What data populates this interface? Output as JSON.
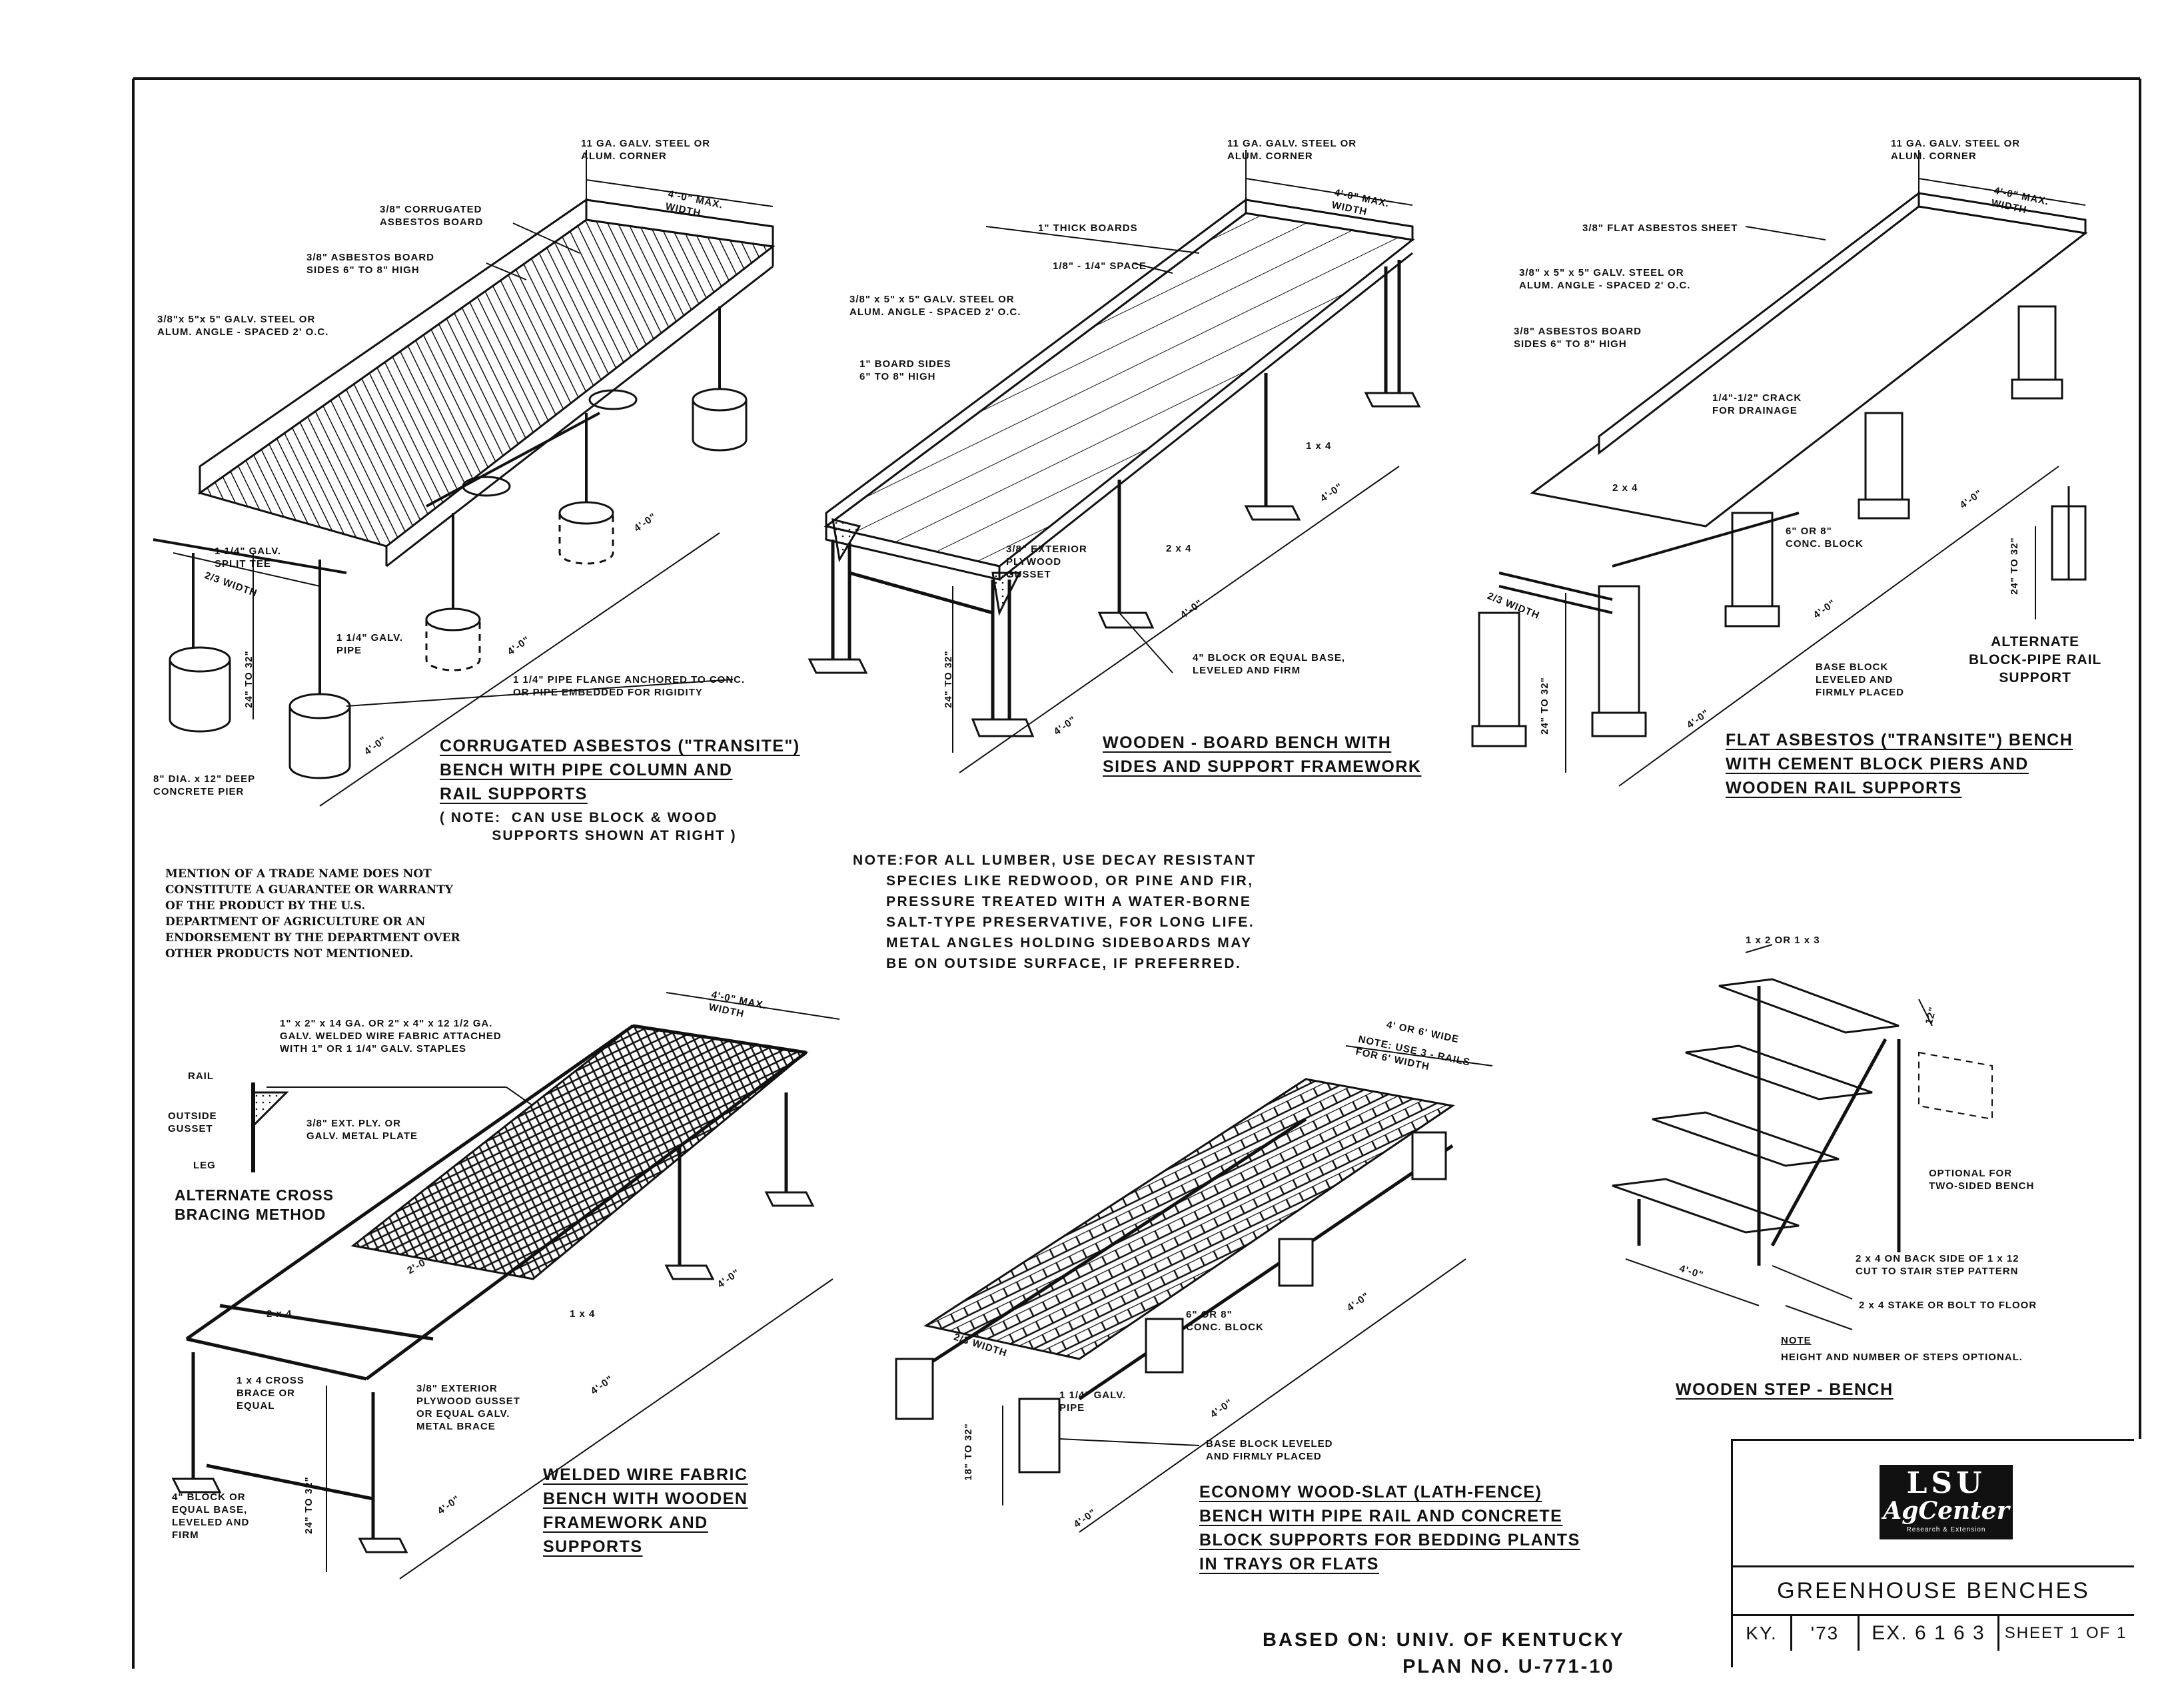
{
  "sheet": {
    "disclaimer": [
      "MENTION OF A TRADE NAME DOES NOT",
      "CONSTITUTE A GUARANTEE OR WARRANTY",
      "OF THE PRODUCT BY THE U.S.",
      "DEPARTMENT OF AGRICULTURE OR AN",
      "ENDORSEMENT BY THE DEPARTMENT OVER",
      "OTHER PRODUCTS NOT MENTIONED."
    ],
    "lumber_note": [
      "NOTE:FOR ALL LUMBER, USE DECAY RESISTANT",
      "      SPECIES LIKE REDWOOD, OR PINE AND FIR,",
      "      PRESSURE TREATED WITH A WATER-BORNE",
      "      SALT-TYPE PRESERVATIVE, FOR LONG LIFE.",
      "      METAL ANGLES HOLDING SIDEBOARDS MAY",
      "      BE ON OUTSIDE SURFACE, IF PREFERRED."
    ],
    "based_on": "BASED ON: UNIV. OF KENTUCKY\n                   PLAN NO. U-771-10"
  },
  "bench1": {
    "caption": [
      "CORRUGATED ASBESTOS (\"TRANSITE\")",
      "BENCH WITH PIPE COLUMN AND",
      "RAIL SUPPORTS"
    ],
    "note": "( NOTE:  CAN USE BLOCK & WOOD\n          SUPPORTS SHOWN AT RIGHT )",
    "labels": {
      "corner": "11 GA. GALV. STEEL OR\nALUM. CORNER",
      "width": "4'-0\" MAX.\nWIDTH",
      "corrugated": "3/8\" CORRUGATED\nASBESTOS BOARD",
      "sides": "3/8\" ASBESTOS BOARD\nSIDES 6\" TO 8\" HIGH",
      "angle": "3/8\"x 5\"x 5\" GALV. STEEL OR\nALUM. ANGLE - SPACED 2' O.C.",
      "tee": "1 1/4\" GALV.\nSPLIT TEE",
      "two_thirds": "2/3 WIDTH",
      "pipe": "1 1/4\" GALV.\nPIPE",
      "flange": "1 1/4\" PIPE FLANGE ANCHORED TO CONC.\nOR PIPE EMBEDDED FOR RIGIDITY",
      "pier": "8\" DIA. x 12\" DEEP\nCONCRETE PIER",
      "height": "24\" TO 32\"",
      "span_a": "4'-0\"",
      "span_b": "4'-0\"",
      "span_c": "4'-0\""
    }
  },
  "bench2": {
    "caption": [
      "WOODEN - BOARD BENCH WITH",
      "SIDES AND SUPPORT FRAMEWORK"
    ],
    "labels": {
      "corner": "11 GA. GALV. STEEL OR\nALUM. CORNER",
      "width": "4'-0\" MAX.\nWIDTH",
      "boards": "1\" THICK BOARDS",
      "space": "1/8\" - 1/4\" SPACE",
      "angle": "3/8\" x 5\" x 5\" GALV. STEEL OR\nALUM. ANGLE - SPACED 2' O.C.",
      "sides": "1\" BOARD SIDES\n6\" TO 8\" HIGH",
      "one_by_four": "1 x 4",
      "gusset": "3/8\" EXTERIOR\nPLYWOOD\nGUSSET",
      "two_by_four": "2 x 4",
      "block": "4\" BLOCK OR EQUAL BASE,\nLEVELED AND FIRM",
      "height": "24\" TO 32\"",
      "span_a": "4'-0\"",
      "span_b": "4'-0\"",
      "span_c": "4'-0\""
    }
  },
  "bench3": {
    "caption": [
      "FLAT ASBESTOS (\"TRANSITE\") BENCH",
      "WITH CEMENT BLOCK PIERS AND",
      "WOODEN RAIL SUPPORTS"
    ],
    "labels": {
      "corner": "11 GA. GALV. STEEL OR\nALUM. CORNER",
      "width": "4'-0\" MAX.\nWIDTH",
      "sheet": "3/8\" FLAT ASBESTOS SHEET",
      "angle": "3/8\" x 5\" x 5\" GALV. STEEL OR\nALUM. ANGLE - SPACED 2' O.C.",
      "sides": "3/8\" ASBESTOS BOARD\nSIDES 6\" TO 8\" HIGH",
      "crack": "1/4\"-1/2\" CRACK\nFOR DRAINAGE",
      "two_by_four": "2 x 4",
      "conc_block": "6\" OR 8\"\nCONC. BLOCK",
      "base_block": "BASE BLOCK\nLEVELED AND\nFIRMLY PLACED",
      "alt": "ALTERNATE\nBLOCK-PIPE RAIL\nSUPPORT",
      "two_thirds": "2/3 WIDTH",
      "height": "24\" TO 32\"",
      "height_alt": "24\" TO 32\"",
      "span_a": "4'-0\"",
      "span_b": "4'-0\"",
      "span_c": "4'-0\""
    }
  },
  "bench4": {
    "caption": [
      "WELDED WIRE FABRIC",
      "BENCH WITH WOODEN",
      "FRAMEWORK AND",
      "SUPPORTS"
    ],
    "labels": {
      "width": "4'-0\" MAX.\nWIDTH",
      "fabric": "1\" x 2\" x 14 GA. OR 2\" x 4\" x 12 1/2 GA.\nGALV. WELDED WIRE FABRIC ATTACHED\nWITH 1\" OR 1 1/4\" GALV. STAPLES",
      "rail": "RAIL",
      "outside_gusset": "OUTSIDE\nGUSSET",
      "ext_ply": "3/8\" EXT. PLY. OR\nGALV. METAL PLATE",
      "leg": "LEG",
      "alt_cross": "ALTERNATE CROSS\nBRACING METHOD",
      "two_ft": "2'-0\"",
      "two_by_four": "2 x 4",
      "one_by_four": "1 x 4",
      "cross_brace": "1 x 4 CROSS\nBRACE OR\nEQUAL",
      "gusset": "3/8\" EXTERIOR\nPLYWOOD GUSSET\nOR EQUAL GALV.\nMETAL BRACE",
      "block": "4\" BLOCK OR\nEQUAL BASE,\nLEVELED AND\nFIRM",
      "height": "24\" TO 32\"",
      "span_a": "4'-0\"",
      "span_b": "4'-0\"",
      "span_c": "4'-0\""
    }
  },
  "bench5": {
    "caption": [
      "ECONOMY WOOD-SLAT (LATH-FENCE)",
      "BENCH WITH PIPE RAIL AND CONCRETE",
      "BLOCK SUPPORTS FOR BEDDING PLANTS",
      "IN TRAYS OR FLATS"
    ],
    "labels": {
      "wide": "4' OR 6' WIDE",
      "note": "NOTE: USE 3 - RAILS\nFOR 6' WIDTH",
      "conc_block": "6\" OR 8\"\nCONC. BLOCK",
      "two_thirds": "2/3 WIDTH",
      "pipe": "1 1/4\" GALV.\nPIPE",
      "base_block": "BASE BLOCK LEVELED\nAND FIRMLY PLACED",
      "height": "18\" TO 32\"",
      "span_a": "4'-0\"",
      "span_b": "4'-0\"",
      "span_c": "4'-0\""
    }
  },
  "bench6": {
    "caption": [
      "WOODEN STEP - BENCH"
    ],
    "labels": {
      "slats": "1 x 2 OR 1 x 3",
      "twelve": "12\"",
      "optional": "OPTIONAL FOR\nTWO-SIDED BENCH",
      "back": "2 x 4 ON BACK SIDE OF 1 x 12\nCUT TO STAIR STEP PATTERN",
      "stake": "2 x 4 STAKE OR BOLT TO FLOOR",
      "note_head": "NOTE",
      "note": "HEIGHT AND NUMBER OF STEPS OPTIONAL.",
      "span": "4'-0\""
    }
  },
  "title_block": {
    "logo_top": "LSU",
    "logo_main": "AgCenter",
    "logo_tag": "Research & Extension",
    "title": "GREENHOUSE BENCHES",
    "state": "KY.",
    "year": "'73",
    "ex": "EX. 6 1 6 3",
    "sheet": "SHEET 1 OF 1"
  }
}
